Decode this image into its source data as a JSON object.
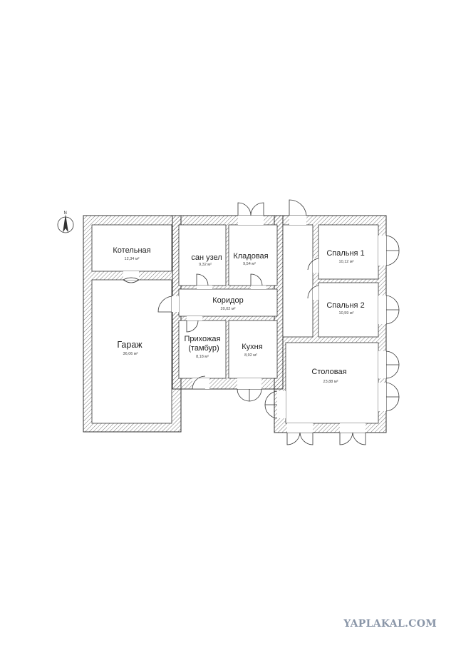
{
  "compass": {
    "label": "N"
  },
  "rooms": {
    "kotelnaya": {
      "name": "Котельная",
      "area": "12,34 м²"
    },
    "garazh": {
      "name": "Гараж",
      "area": "36,06 м²"
    },
    "san_uzel": {
      "name": "сан узел",
      "area": "9,32 м²"
    },
    "kladovaya": {
      "name": "Кладовая",
      "area": "9,54 м²"
    },
    "koridor": {
      "name": "Коридор",
      "area": "20,02 м²"
    },
    "prihozhaya": {
      "name_line1": "Прихожая",
      "name_line2": "(тамбур)",
      "area": "8,18 м²"
    },
    "kuhnya": {
      "name": "Кухня",
      "area": "8,92 м²"
    },
    "spalnya1": {
      "name": "Спальня 1",
      "area": "10,12 м²"
    },
    "spalnya2": {
      "name": "Спальня 2",
      "area": "10,59 м²"
    },
    "stolovaya": {
      "name": "Столовая",
      "area": "23,88 м²"
    }
  },
  "watermark": "YAPLAKAL.COM",
  "colors": {
    "wall": "#333333",
    "hatch": "#555555",
    "background": "#ffffff"
  }
}
